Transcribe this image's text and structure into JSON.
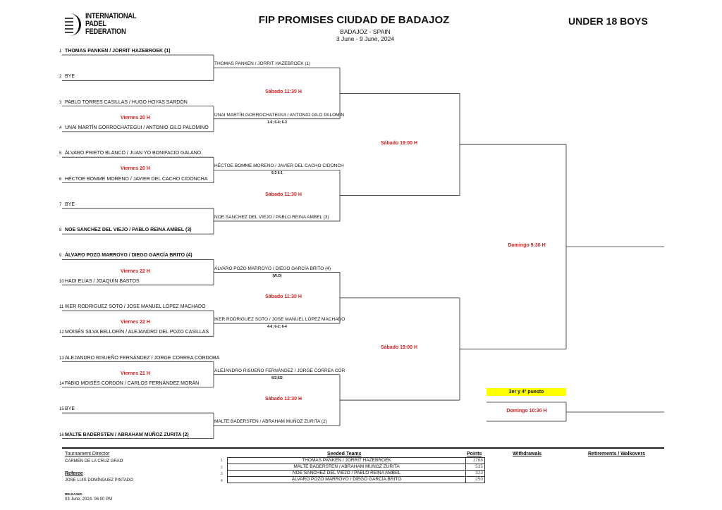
{
  "header": {
    "org_line1": "INTERNATIONAL",
    "org_line2": "PADEL",
    "org_line3": "FEDERATION",
    "title": "FIP PROMISES CIUDAD DE BADAJOZ",
    "location": "BADAJOZ - SPAIN",
    "dates": "3 June - 9 June, 2024",
    "category": "UNDER 18 BOYS"
  },
  "round1": [
    {
      "seed": "1",
      "name": "THOMAS PANKEN / JORRIT HAZEBROEK (1)",
      "bold": true
    },
    {
      "seed": "2",
      "name": "BYE",
      "bold": false
    },
    {
      "seed": "3",
      "name": "PABLO TORRES CASILLAS / HUGO HOYAS SARDÓN",
      "bold": false
    },
    {
      "seed": "4",
      "name": "UNAI MARTÍN GORROCHATEGUI / ANTONIO GILO PALOMINO",
      "bold": false
    },
    {
      "seed": "5",
      "name": "ÁLVARO PRIETO BLANCO / JUAN YO BONIFACIO GALANO",
      "bold": false
    },
    {
      "seed": "6",
      "name": "HÉCTOE BOMME MORENO / JAVIER DEL CACHO CIDONCHA",
      "bold": false
    },
    {
      "seed": "7",
      "name": "BYE",
      "bold": false
    },
    {
      "seed": "8",
      "name": "NOE SANCHEZ DEL VIEJO / PABLO REINA AMBEL (3)",
      "bold": true
    },
    {
      "seed": "9",
      "name": "ÁLVARO POZO MARROYO / DIEGO GARCÍA BRITO (4)",
      "bold": true
    },
    {
      "seed": "10",
      "name": "HADI ELÍAS / JOAQUÍN BASTOS",
      "bold": false
    },
    {
      "seed": "11",
      "name": "IKER RODRIGUEZ SOTO / JOSE MANUEL LÓPEZ MACHADO",
      "bold": false
    },
    {
      "seed": "12",
      "name": "MOISÉS SILVA BELLORÍN / ALEJANDRO DEL POZO CASILLAS",
      "bold": false
    },
    {
      "seed": "13",
      "name": "ALEJANDRO RISUEÑO FERNÁNDEZ / JORGE CORREA CÓRDOBA",
      "bold": false
    },
    {
      "seed": "14",
      "name": "FABIO MOISÉS CORDÓN / CARLOS FERNÁNDEZ MORÁN",
      "bold": false
    },
    {
      "seed": "15",
      "name": "BYE",
      "bold": false
    },
    {
      "seed": "16",
      "name": "MALTE BADERSTEN / ABRAHAM MUÑOZ ZURITA (2)",
      "bold": true
    }
  ],
  "round1_times": [
    "",
    "Viernes 20 H",
    "Viernes 20 H",
    "",
    "Viernes 22 H",
    "Viernes 22 H",
    "Viernes 21 H",
    ""
  ],
  "round2": [
    {
      "name": "THOMAS PANKEN / JORRIT HAZEBROEK (1)",
      "score": ""
    },
    {
      "name": "UNAI MARTÍN GORROCHATEGUI / ANTONIO GILO PALOMIN",
      "score": "1-6; 6-4; 6-3"
    },
    {
      "name": "HÉCTOE BOMME MORENO / JAVIER DEL CACHO CIDONCH",
      "score": "6-3 6-1"
    },
    {
      "name": "NOE SANCHEZ DEL VIEJO / PABLO REINA AMBEL (3)",
      "score": ""
    },
    {
      "name": "ÁLVARO POZO MARROYO / DIEGO GARCÍA BRITO (4)",
      "score": "(W.O)"
    },
    {
      "name": "IKER RODRIGUEZ SOTO / JOSE MANUEL LÓPEZ MACHADO",
      "score": "4-6; 6-2; 6-4"
    },
    {
      "name": "ALEJANDRO RISUEÑO FERNÁNDEZ / JORGE CORREA CÓR",
      "score": "6/2;6/2"
    },
    {
      "name": "MALTE BADERSTEN / ABRAHAM MUÑOZ ZURITA (2)",
      "score": ""
    }
  ],
  "round2_times": [
    "Sábado 11:30 H",
    "Sábado 11:30 H",
    "Sábado 11:30 H",
    "Sábado 12:30 H"
  ],
  "semi_times": [
    "Sábado 19:00 H",
    "Sábado 19:00 H"
  ],
  "final_time": "Domingo 9:30 H",
  "third_place": {
    "label": "3er y 4º puesto",
    "time": "Domingo 10:30 H"
  },
  "footer": {
    "director_label": "Tournament Director",
    "director": "CARMEN DE LA CRUZ GRAO",
    "referee_label": "Referee",
    "referee": "JOSE LUIS DOMÍNGUEZ PINTADO",
    "released_label": "RELEASED",
    "released": "03 June, 2024. 06:00 PM",
    "seeded_label": "Seeded Teams",
    "points_label": "Points",
    "withdrawals_label": "Withdrawals",
    "retirements_label": "Retirements / Walkovers",
    "seeds": [
      {
        "n": "1",
        "name": "THOMAS PANKEN / JORRIT HAZEBROEK",
        "points": "1788"
      },
      {
        "n": "2",
        "name": "MALTE BADERSTEN / ABRAHAM MUÑOZ ZURITA",
        "points": "535"
      },
      {
        "n": "3",
        "name": "NOE SANCHEZ DEL VIEJO / PABLO REINA AMBEL",
        "points": "323"
      },
      {
        "n": "4",
        "name": "ÁLVARO POZO MARROYO / DIEGO GARCÍA BRITO",
        "points": "250"
      }
    ]
  }
}
